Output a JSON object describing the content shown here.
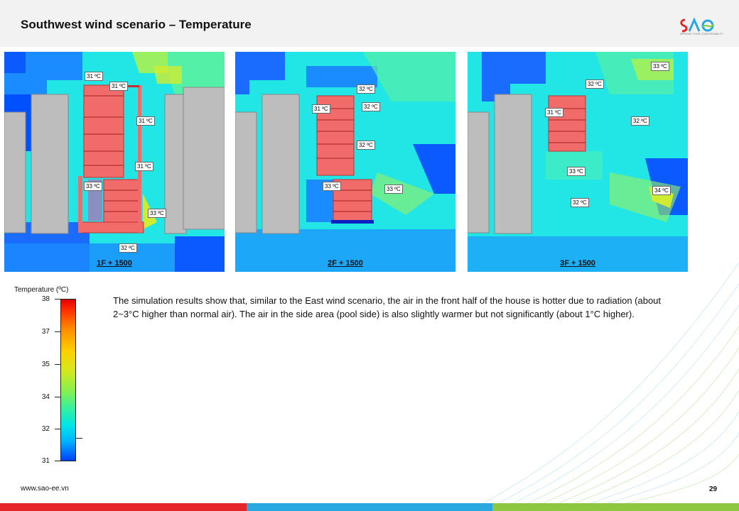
{
  "slide": {
    "title": "Southwest wind scenario – Temperature",
    "logo_text": "SAO",
    "logo_tagline": "IMPROVE YOUR COMFORTABILITY",
    "footer_url": "www.sao-ee.vn",
    "page_number": "29"
  },
  "panels": [
    {
      "caption": "1F + 1500",
      "labels": [
        "31 ºC",
        "31 ºC",
        "31 ºC",
        "31 ºC",
        "33 ºC",
        "33 ºC",
        "32 ºC"
      ]
    },
    {
      "caption": "2F + 1500",
      "labels": [
        "32 ºC",
        "32 ºC",
        "31 ºC",
        "32 ºC",
        "33 ºC",
        "33 ºC"
      ]
    },
    {
      "caption": "3F + 1500",
      "labels": [
        "33 ºC",
        "32 ºC",
        "31 ºC",
        "32 ºC",
        "33 ºC",
        "34 ºC",
        "32 ºC"
      ]
    }
  ],
  "legend": {
    "title": "Temperature (ºC)",
    "ticks": [
      "38",
      "37",
      "35",
      "34",
      "32",
      "31"
    ]
  },
  "description": "The simulation results show that, similar to the East wind scenario, the air in the front half of the house is hotter due to radiation (about 2~3°C higher than normal air). The air in the side area (pool side) is also slightly warmer but not significantly (about 1°C higher).",
  "colors": {
    "footer_red": "#e52629",
    "footer_blue": "#29a8e0",
    "footer_green": "#8dc63f",
    "field_cyan": "#22e6e6",
    "building_red": "#f26b6b",
    "building_grey": "#bdbdbd"
  }
}
